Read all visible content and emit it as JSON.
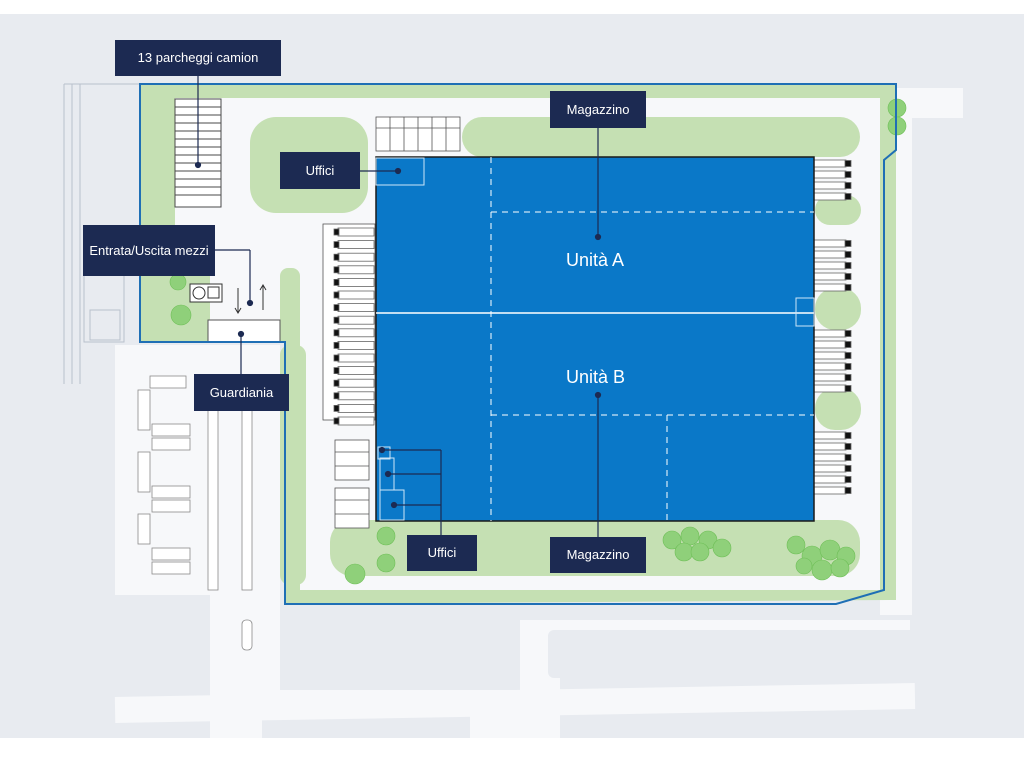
{
  "colors": {
    "background": "#e8ebf0",
    "road": "#f7f8fa",
    "green": "#c5e0b3",
    "tree": "#8fd07a",
    "building": "#0a78c8",
    "boundary": "#1f6fb5",
    "label_bg": "#1c2a52",
    "leader": "#1c2a52"
  },
  "labels": {
    "truck_parking": "13 parcheggi camion",
    "vehicle_access": "Entrata/Uscita mezzi",
    "guardhouse": "Guardiania",
    "offices_top": "Uffici",
    "offices_bottom": "Uffici",
    "warehouse_top": "Magazzino",
    "warehouse_bottom": "Magazzino"
  },
  "units": {
    "a": "Unità A",
    "b": "Unità B"
  }
}
